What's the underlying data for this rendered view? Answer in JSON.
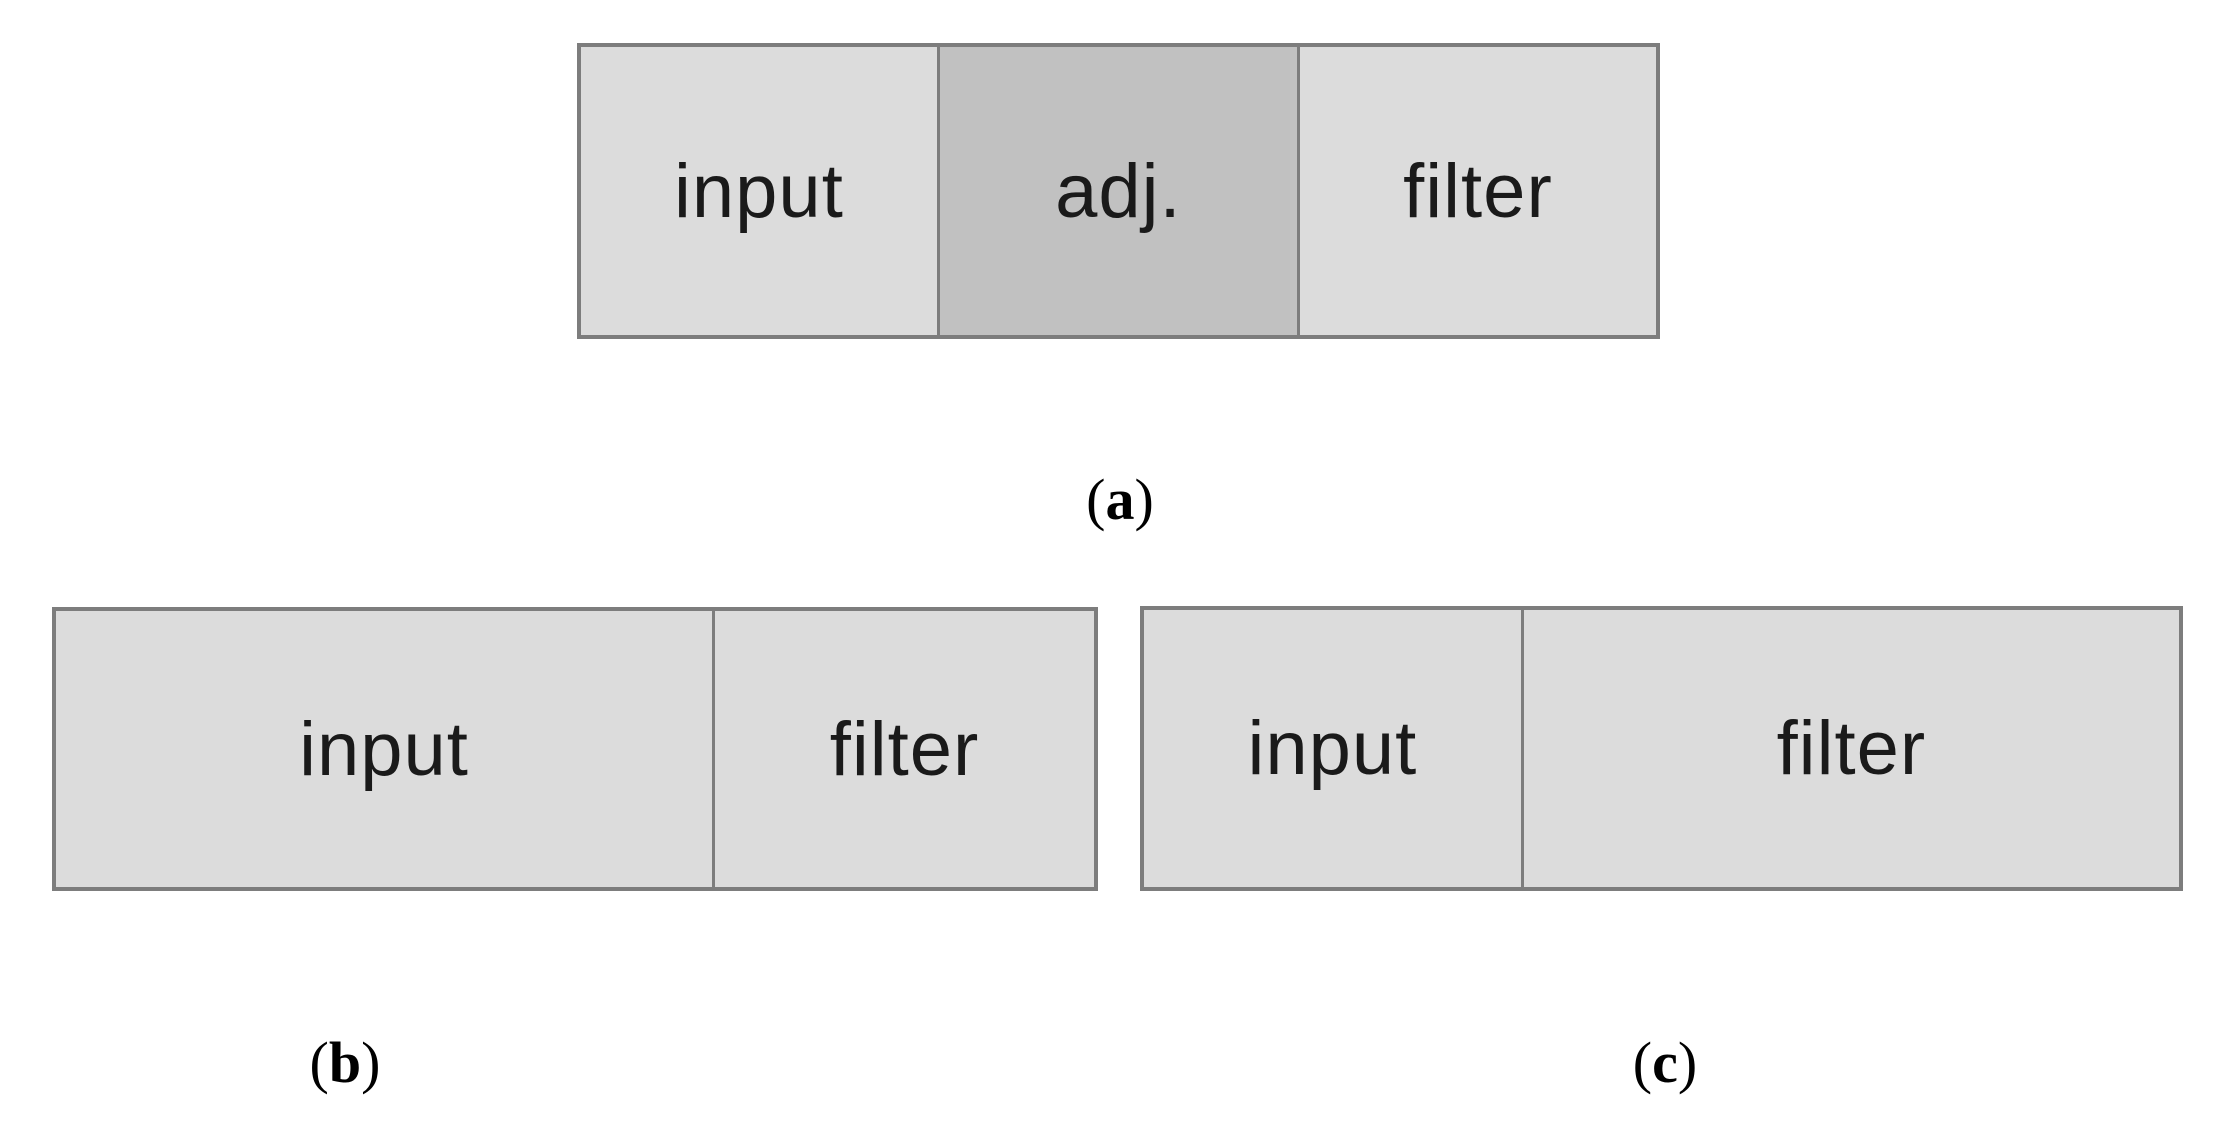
{
  "figure": {
    "colors": {
      "segment_light": "#dcdcdc",
      "segment_dark": "#c1c1c1",
      "border": "#7d7d7d",
      "text": "#1a1a1a",
      "background": "#ffffff"
    },
    "panels": [
      {
        "id": "a",
        "caption": {
          "open": "(",
          "letter": "a",
          "close": ")"
        },
        "segments": [
          {
            "label": "input",
            "shade": "light",
            "width_pct": 33.1
          },
          {
            "label": "adj.",
            "shade": "dark",
            "width_pct": 33.5
          },
          {
            "label": "filter",
            "shade": "light",
            "width_pct": 33.4
          }
        ]
      },
      {
        "id": "b",
        "caption": {
          "open": "(",
          "letter": "b",
          "close": ")"
        },
        "segments": [
          {
            "label": "input",
            "shade": "light",
            "width_pct": 63.2
          },
          {
            "label": "filter",
            "shade": "light",
            "width_pct": 36.8
          }
        ]
      },
      {
        "id": "c",
        "caption": {
          "open": "(",
          "letter": "c",
          "close": ")"
        },
        "segments": [
          {
            "label": "input",
            "shade": "light",
            "width_pct": 36.4
          },
          {
            "label": "filter",
            "shade": "light",
            "width_pct": 63.6
          }
        ]
      }
    ]
  }
}
